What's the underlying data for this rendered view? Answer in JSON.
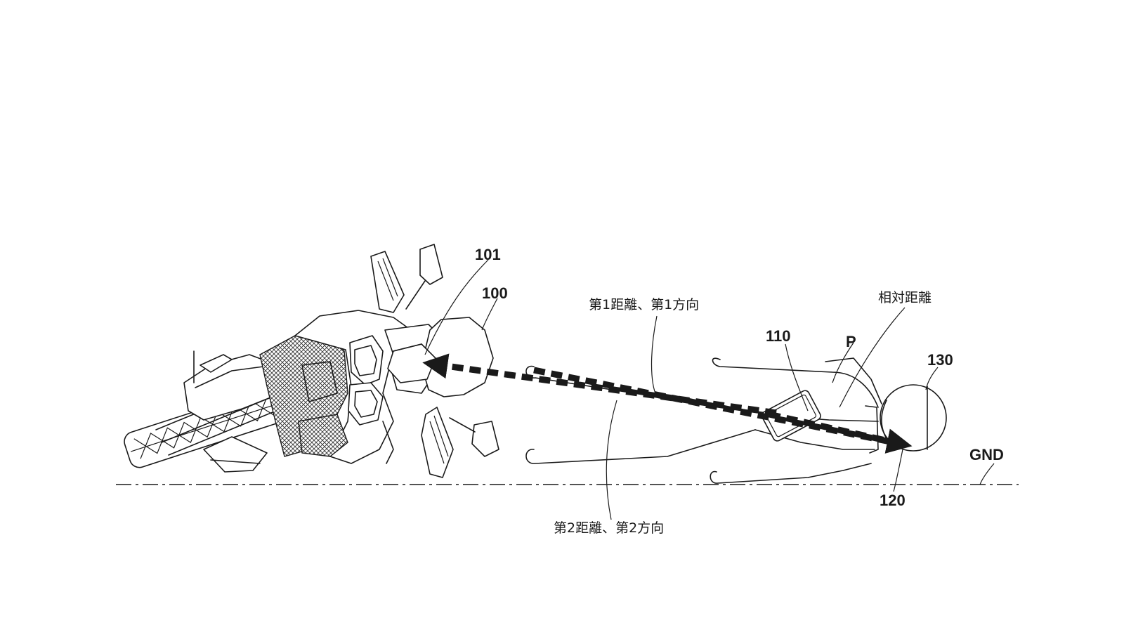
{
  "labels": {
    "ref_101": "101",
    "ref_100": "100",
    "ref_110": "110",
    "ref_p": "P",
    "ref_130": "130",
    "ref_120": "120",
    "ref_gnd": "GND",
    "first_distance_direction": "第1距離、第1方向",
    "second_distance_direction": "第2距離、第2方向",
    "relative_distance": "相対距離"
  },
  "icons": {
    "motorcycle": "fallen-motorcycle-icon",
    "rider": "lying-rider-icon",
    "smartphone": "smartphone-icon",
    "helmet": "helmet-icon"
  },
  "colors": {
    "line": "#1a1a1a",
    "background": "#ffffff"
  }
}
